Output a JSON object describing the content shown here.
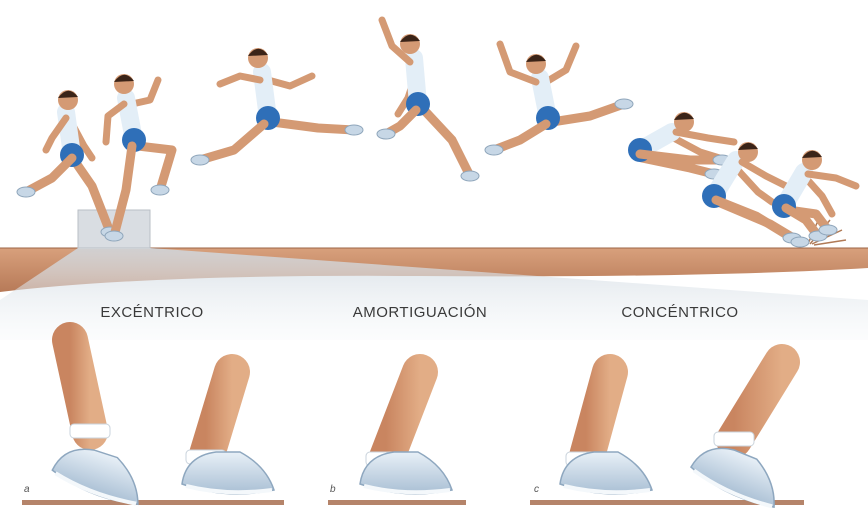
{
  "phases": [
    {
      "label": "EXCÉNTRICO"
    },
    {
      "label": "AMORTIGUACIÓN"
    },
    {
      "label": "CONCÉNTRICO"
    }
  ],
  "panels": [
    "a",
    "b",
    "c"
  ],
  "colors": {
    "track": "#c98a66",
    "shorts": "#2f6fb8",
    "shirt": "#e3eef7",
    "skin": "#d49a74",
    "hair": "#3b2418",
    "shoe": "#c7d7e6",
    "ground": "#b5846a"
  }
}
